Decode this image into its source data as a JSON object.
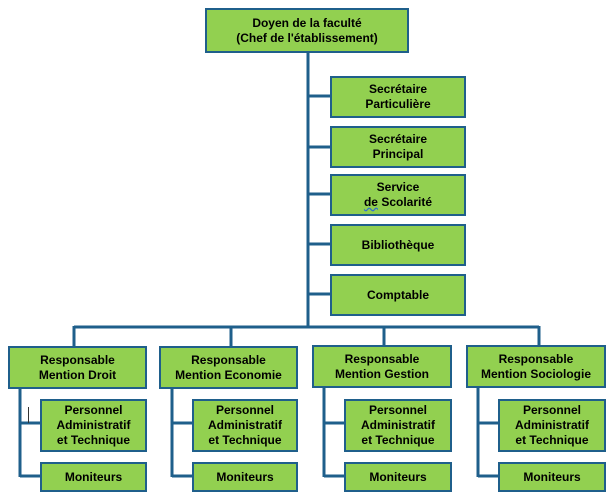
{
  "colors": {
    "box_fill": "#92d050",
    "border": "#1f5f8b",
    "text": "#000000",
    "spell_underline": "#2f6fd1"
  },
  "dean": {
    "line1": "Doyen de la faculté",
    "line2": "(Chef de l'établissement)"
  },
  "staff": [
    {
      "label": "Secrétaire\nParticulière"
    },
    {
      "label": "Secrétaire\nPrincipal"
    },
    {
      "label_prefix": "Service\n",
      "label_underlined": "de",
      "label_suffix": " Scolarité"
    },
    {
      "label": "Bibliothèque"
    },
    {
      "label": "Comptable"
    }
  ],
  "mentions": [
    {
      "label": "Responsable\nMention Droit",
      "personnel": "Personnel\nAdministratif\net Technique",
      "moniteurs": "Moniteurs"
    },
    {
      "label": "Responsable\nMention Economie",
      "personnel": "Personnel\nAdministratif\net Technique",
      "moniteurs": "Moniteurs"
    },
    {
      "label": "Responsable\nMention Gestion",
      "personnel": "Personnel\nAdministratif\net Technique",
      "moniteurs": "Moniteurs"
    },
    {
      "label": "Responsable\nMention Sociologie",
      "personnel": "Personnel\nAdministratif\net Technique",
      "moniteurs": "Moniteurs"
    }
  ]
}
